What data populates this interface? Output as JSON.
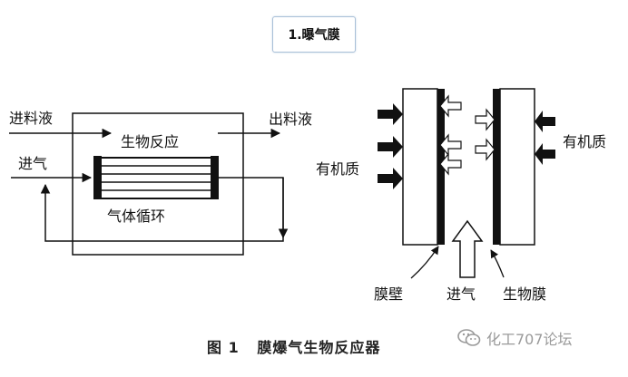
{
  "title": "1.曝气膜",
  "left_diagram": {
    "feed_in": "进料液",
    "feed_out": "出料液",
    "gas_in": "进气",
    "bioreaction": "生物反应",
    "gas_circulation": "气体循环"
  },
  "right_diagram": {
    "organic_left": "有机质",
    "organic_right": "有机质",
    "membrane_wall": "膜壁",
    "gas_in": "进气",
    "biofilm": "生物膜"
  },
  "caption": "图 1   膜爆气生物反应器",
  "watermark": {
    "text": "化工707论坛",
    "icon": "wechat-icon"
  },
  "colors": {
    "line": "#111111",
    "title_border": "#a9c0d8",
    "watermark": "#9a9a9a"
  }
}
